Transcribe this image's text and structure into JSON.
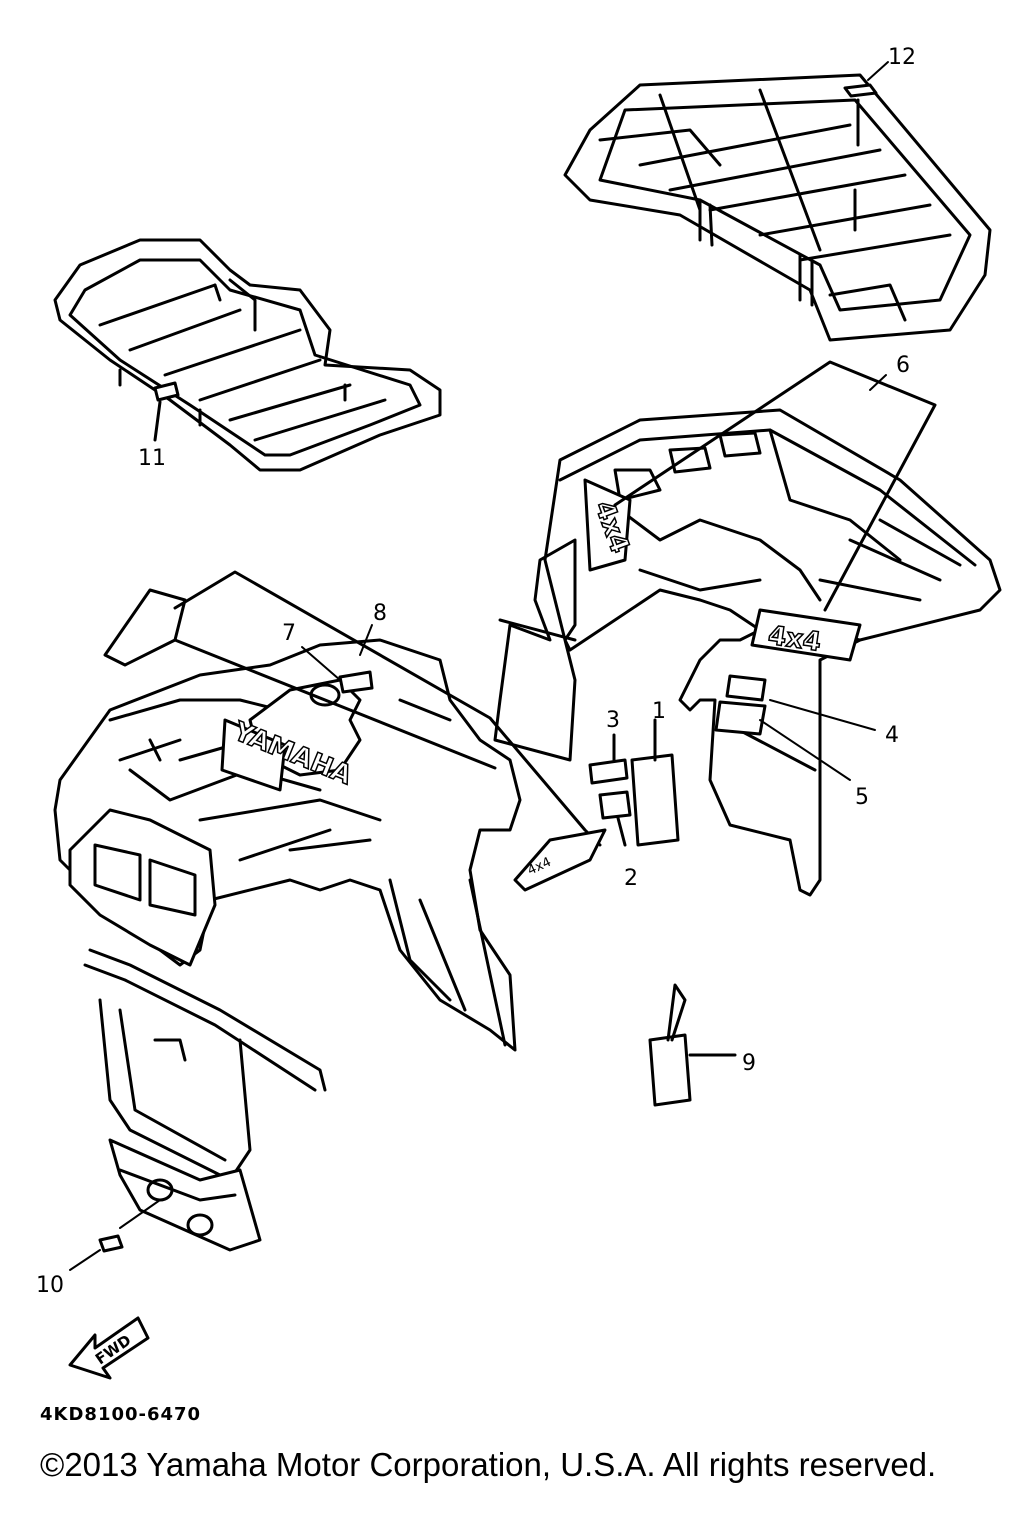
{
  "diagram": {
    "callouts": {
      "c1": "1",
      "c2": "2",
      "c3": "3",
      "c4": "4",
      "c5": "5",
      "c6": "6",
      "c7": "7",
      "c8": "8",
      "c9": "9",
      "c10": "10",
      "c11": "11",
      "c12": "12"
    },
    "decals": {
      "rear_4x4": "4x4",
      "rear_side_4x4": "4x4",
      "front_brand": "YAMAHA",
      "front_side_badge": "4x4",
      "arrow_label": "FWD"
    }
  },
  "footer": {
    "part_code": "4KD8100-6470",
    "copyright": "©2013 Yamaha Motor Corporation, U.S.A. All rights reserved."
  }
}
